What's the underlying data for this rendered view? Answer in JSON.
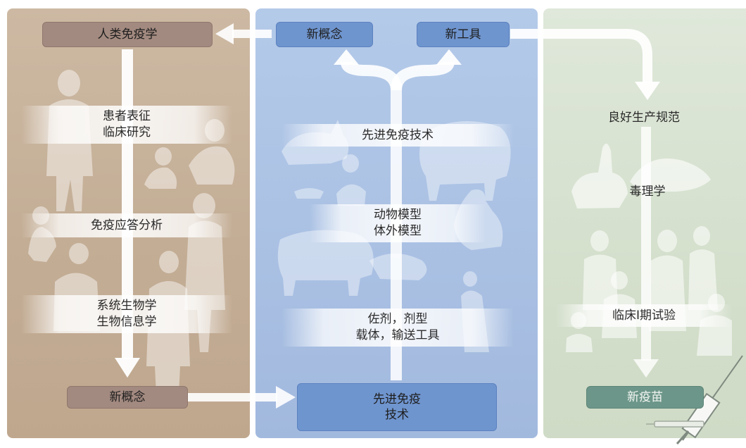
{
  "panels": {
    "human": {
      "header": "人类免疫学",
      "steps": [
        [
          "患者表征",
          "临床研究"
        ],
        [
          "免疫应答分析"
        ],
        [
          "系统生物学",
          "生物信息学"
        ]
      ],
      "footer": "新概念"
    },
    "tools": {
      "header_left": "新概念",
      "header_right": "新工具",
      "steps": [
        [
          "先进免疫技术"
        ],
        [
          "动物模型",
          "体外模型"
        ],
        [
          "佐剂，剂型",
          "载体，输送工具"
        ]
      ],
      "footer": [
        "先进免疫",
        "技术"
      ]
    },
    "vaccine": {
      "steps": [
        [
          "良好生产规范"
        ],
        [
          "毒理学"
        ],
        [
          "临床I期试验"
        ]
      ],
      "footer": "新疫苗"
    }
  },
  "icons": [
    "human-silhouettes-icon",
    "animal-silhouettes-icon",
    "syringe-icon",
    "arrow-icon"
  ],
  "colors": {
    "human_panel": "#c3ad95",
    "tools_panel": "#a9c0e3",
    "vaccine_panel": "#d4dfcc",
    "human_box": "#a38a80",
    "tools_box": "#6f95cf",
    "vaccine_box": "#6c9689"
  }
}
